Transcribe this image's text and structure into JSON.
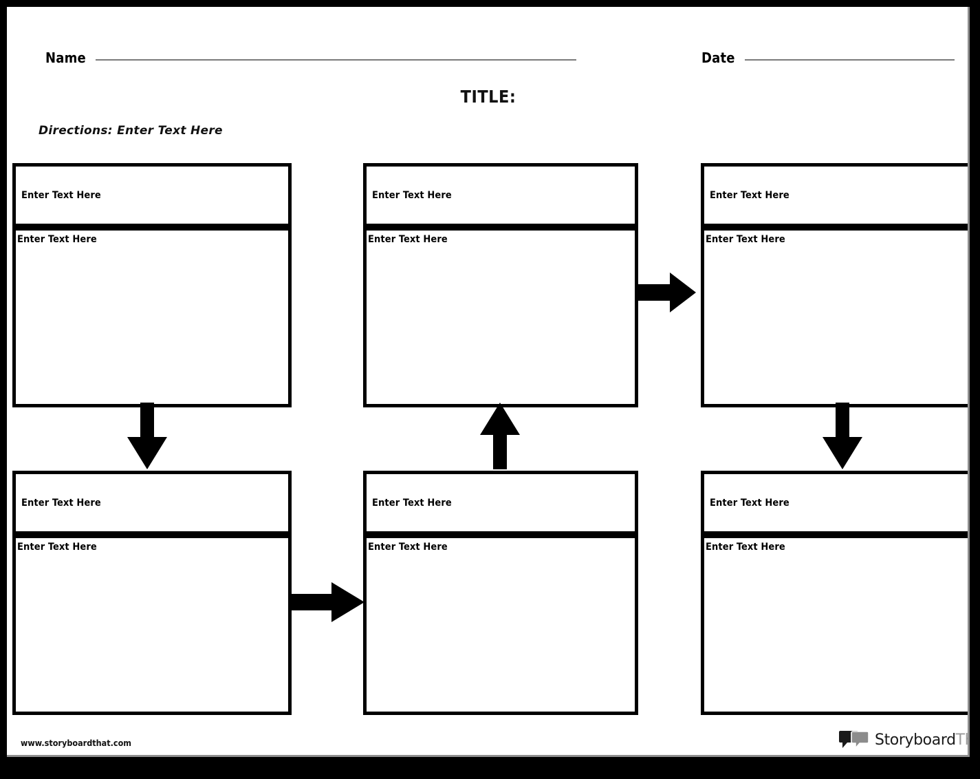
{
  "page": {
    "title": "TITLE:",
    "directions": "Directions: Enter Text Here",
    "name_label": "Name",
    "date_label": "Date",
    "name_value": "",
    "date_value": ""
  },
  "colors": {
    "frame": "#000000",
    "page": "#ffffff",
    "border": "#000000",
    "rule": "#7a7a7a",
    "logo_dark": "#1a1a1a",
    "logo_light": "#9b9b9b"
  },
  "cells": [
    {
      "id": "cell-top-left",
      "column": "left",
      "row": "top",
      "header": "Enter Text Here",
      "body": "Enter Text Here"
    },
    {
      "id": "cell-top-middle",
      "column": "middle",
      "row": "top",
      "header": "Enter Text Here",
      "body": "Enter Text Here"
    },
    {
      "id": "cell-top-right",
      "column": "right",
      "row": "top",
      "header": "Enter Text Here",
      "body": "Enter Text Here"
    },
    {
      "id": "cell-bottom-left",
      "column": "left",
      "row": "bottom",
      "header": "Enter Text Here",
      "body": "Enter Text Here"
    },
    {
      "id": "cell-bottom-middle",
      "column": "middle",
      "row": "bottom",
      "header": "Enter Text Here",
      "body": "Enter Text Here"
    },
    {
      "id": "cell-bottom-right",
      "column": "right",
      "row": "bottom",
      "header": "Enter Text Here",
      "body": "Enter Text Here"
    }
  ],
  "arrows": [
    {
      "id": "arrow-top-b-to-c",
      "direction": "right",
      "name": "arrow-right-icon"
    },
    {
      "id": "arrow-bottom-a-to-b",
      "direction": "right",
      "name": "arrow-right-icon"
    },
    {
      "id": "arrow-a-down",
      "direction": "down",
      "name": "arrow-down-icon"
    },
    {
      "id": "arrow-b-up",
      "direction": "up",
      "name": "arrow-up-icon"
    },
    {
      "id": "arrow-c-down",
      "direction": "down",
      "name": "arrow-down-icon"
    }
  ],
  "footer": {
    "url": "www.storyboardthat.com",
    "logo_primary": "Storyboard",
    "logo_secondary": "That",
    "logo_icon": "speech-bubbles-icon"
  }
}
